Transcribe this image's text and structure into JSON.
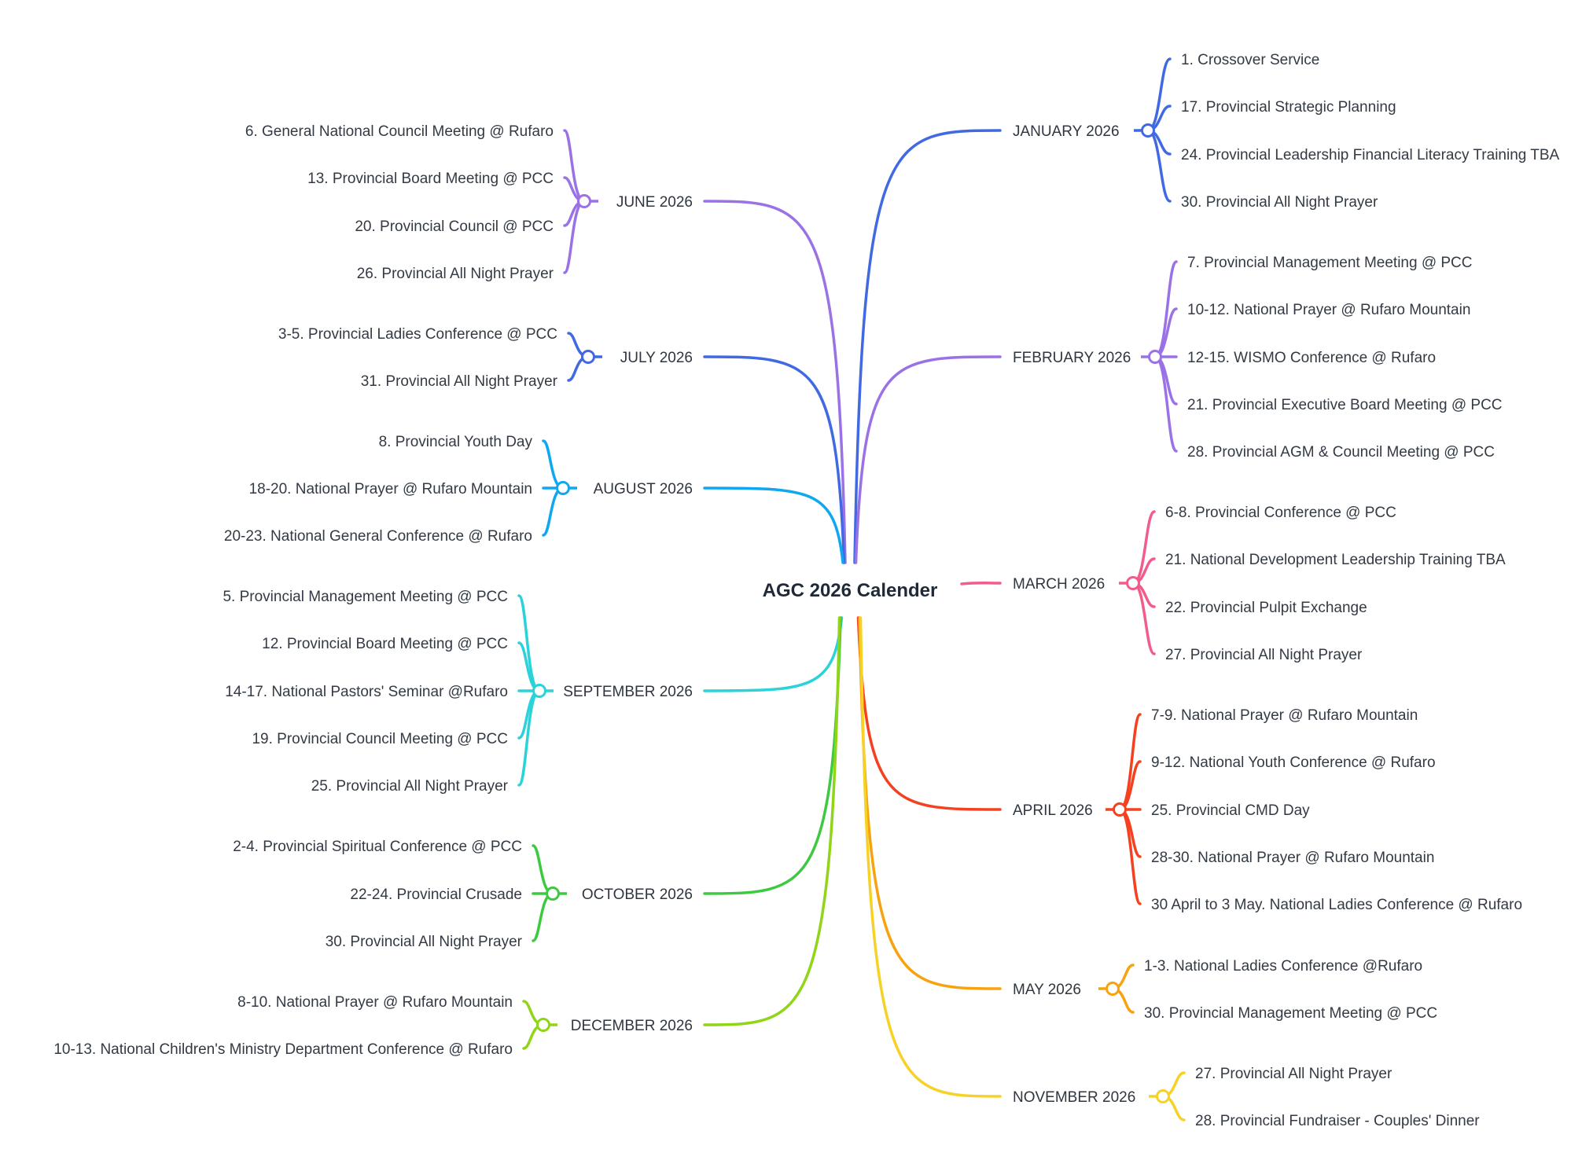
{
  "root": {
    "title": "AGC 2026 Calender"
  },
  "branches": [
    {
      "id": "jan",
      "month": "JANUARY 2026",
      "side": "right",
      "color": "#4169E1",
      "events": [
        "1. Crossover Service",
        "17. Provincial Strategic Planning",
        "24. Provincial Leadership Financial Literacy Training TBA",
        "30. Provincial All Night Prayer"
      ]
    },
    {
      "id": "feb",
      "month": "FEBRUARY 2026",
      "side": "right",
      "color": "#9B72E6",
      "events": [
        "7. Provincial Management Meeting @ PCC",
        "10-12. National Prayer @ Rufaro Mountain",
        "12-15. WISMO Conference @ Rufaro",
        "21. Provincial Executive Board Meeting @ PCC",
        "28. Provincial AGM & Council Meeting @ PCC"
      ]
    },
    {
      "id": "mar",
      "month": "MARCH 2026",
      "side": "right",
      "color": "#F25C8B",
      "events": [
        "6-8. Provincial Conference @ PCC",
        "21. National Development Leadership Training TBA",
        "22. Provincial Pulpit Exchange",
        "27. Provincial All Night Prayer"
      ]
    },
    {
      "id": "apr",
      "month": "APRIL 2026",
      "side": "right",
      "color": "#F4411F",
      "events": [
        "7-9. National Prayer @ Rufaro Mountain",
        "9-12. National Youth Conference @ Rufaro",
        "25. Provincial CMD Day",
        "28-30. National Prayer @ Rufaro Mountain",
        "30 April to 3 May. National Ladies Conference @ Rufaro"
      ]
    },
    {
      "id": "may",
      "month": "MAY 2026",
      "side": "right",
      "color": "#F7A20F",
      "events": [
        "1-3. National Ladies Conference @Rufaro",
        "30. Provincial Management Meeting @ PCC"
      ]
    },
    {
      "id": "nov",
      "month": "NOVEMBER 2026",
      "side": "right",
      "color": "#F7D226",
      "events": [
        "27. Provincial All Night Prayer",
        "28. Provincial Fundraiser - Couples' Dinner"
      ]
    },
    {
      "id": "jun",
      "month": "JUNE 2026",
      "side": "left",
      "color": "#9B72E6",
      "events": [
        "6. General National Council Meeting @ Rufaro",
        "13. Provincial Board Meeting @ PCC",
        "20. Provincial Council @ PCC",
        "26. Provincial All Night Prayer"
      ]
    },
    {
      "id": "jul",
      "month": "JULY 2026",
      "side": "left",
      "color": "#4169E1",
      "events": [
        "3-5. Provincial Ladies Conference @ PCC",
        "31. Provincial All Night Prayer"
      ]
    },
    {
      "id": "aug",
      "month": "AUGUST 2026",
      "side": "left",
      "color": "#0FA8F0",
      "events": [
        "8. Provincial Youth Day",
        "18-20. National Prayer @ Rufaro Mountain",
        "20-23. National General Conference @ Rufaro"
      ]
    },
    {
      "id": "sep",
      "month": "SEPTEMBER 2026",
      "side": "left",
      "color": "#2AD2DA",
      "events": [
        "5. Provincial Management Meeting @ PCC",
        "12. Provincial Board Meeting @ PCC",
        "14-17. National Pastors' Seminar @Rufaro",
        "19. Provincial Council Meeting @ PCC",
        "25. Provincial All Night Prayer"
      ]
    },
    {
      "id": "oct",
      "month": "OCTOBER 2026",
      "side": "left",
      "color": "#3DC940",
      "events": [
        "2-4. Provincial Spiritual Conference @ PCC",
        "22-24. Provincial Crusade",
        "30. Provincial All Night Prayer"
      ]
    },
    {
      "id": "dec",
      "month": "DECEMBER 2026",
      "side": "left",
      "color": "#92D418",
      "events": [
        "8-10. National Prayer @ Rufaro Mountain",
        "10-13. National Children's Ministry Department Conference @ Rufaro"
      ]
    }
  ]
}
